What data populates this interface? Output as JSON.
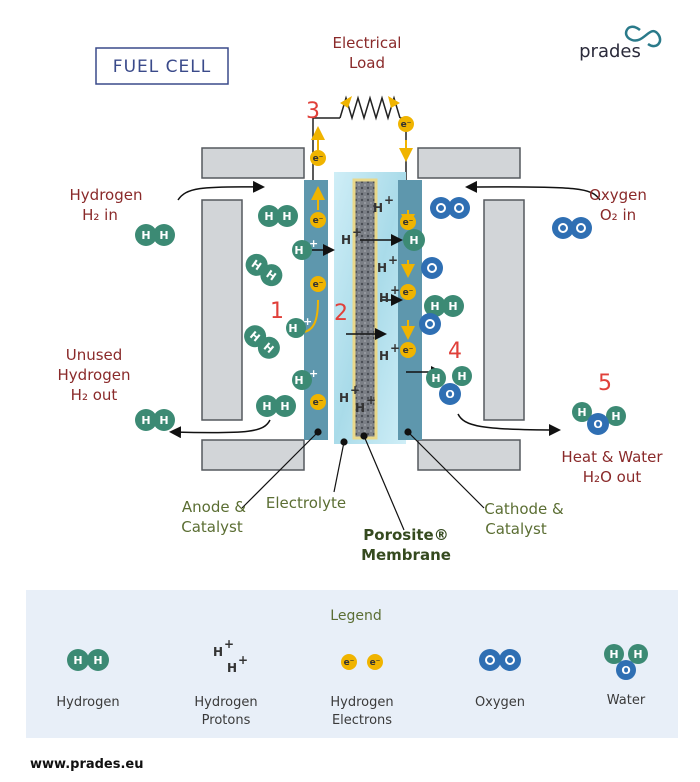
{
  "title": "FUEL CELL",
  "logo": {
    "text": "prades"
  },
  "labels": {
    "electrical_load_1": "Electrical",
    "electrical_load_2": "Load",
    "hydrogen_in_1": "Hydrogen",
    "hydrogen_in_2": "H₂ in",
    "oxygen_in_1": "Oxygen",
    "oxygen_in_2": "O₂ in",
    "unused_1": "Unused",
    "unused_2": "Hydrogen",
    "unused_3": "H₂ out",
    "heat_water_1": "Heat & Water",
    "heat_water_2": "H₂O out",
    "anode_1": "Anode &",
    "anode_2": "Catalyst",
    "electrolyte": "Electrolyte",
    "membrane_1": "Porosite®",
    "membrane_2": "Membrane",
    "cathode_1": "Cathode &",
    "cathode_2": "Catalyst"
  },
  "steps": [
    "1",
    "2",
    "3",
    "4",
    "5"
  ],
  "symbols": {
    "h": "H",
    "o": "O",
    "e": "e⁻",
    "plus": "+"
  },
  "legend": {
    "title": "Legend",
    "items": [
      "Hydrogen",
      "Hydrogen",
      "Protons",
      "Hydrogen",
      "Electrons",
      "Oxygen",
      "Water"
    ]
  },
  "footer": "www.prades.eu",
  "colors": {
    "hydrogen": "#3c8a74",
    "oxygen": "#2f6fb3",
    "electron": "#f0b400",
    "electrode": "#5e97ad",
    "plate": "#d2d5d8",
    "legend_bg": "#e8eff8",
    "accent_red": "#8a2a2a",
    "accent_green": "#5b6e33"
  }
}
